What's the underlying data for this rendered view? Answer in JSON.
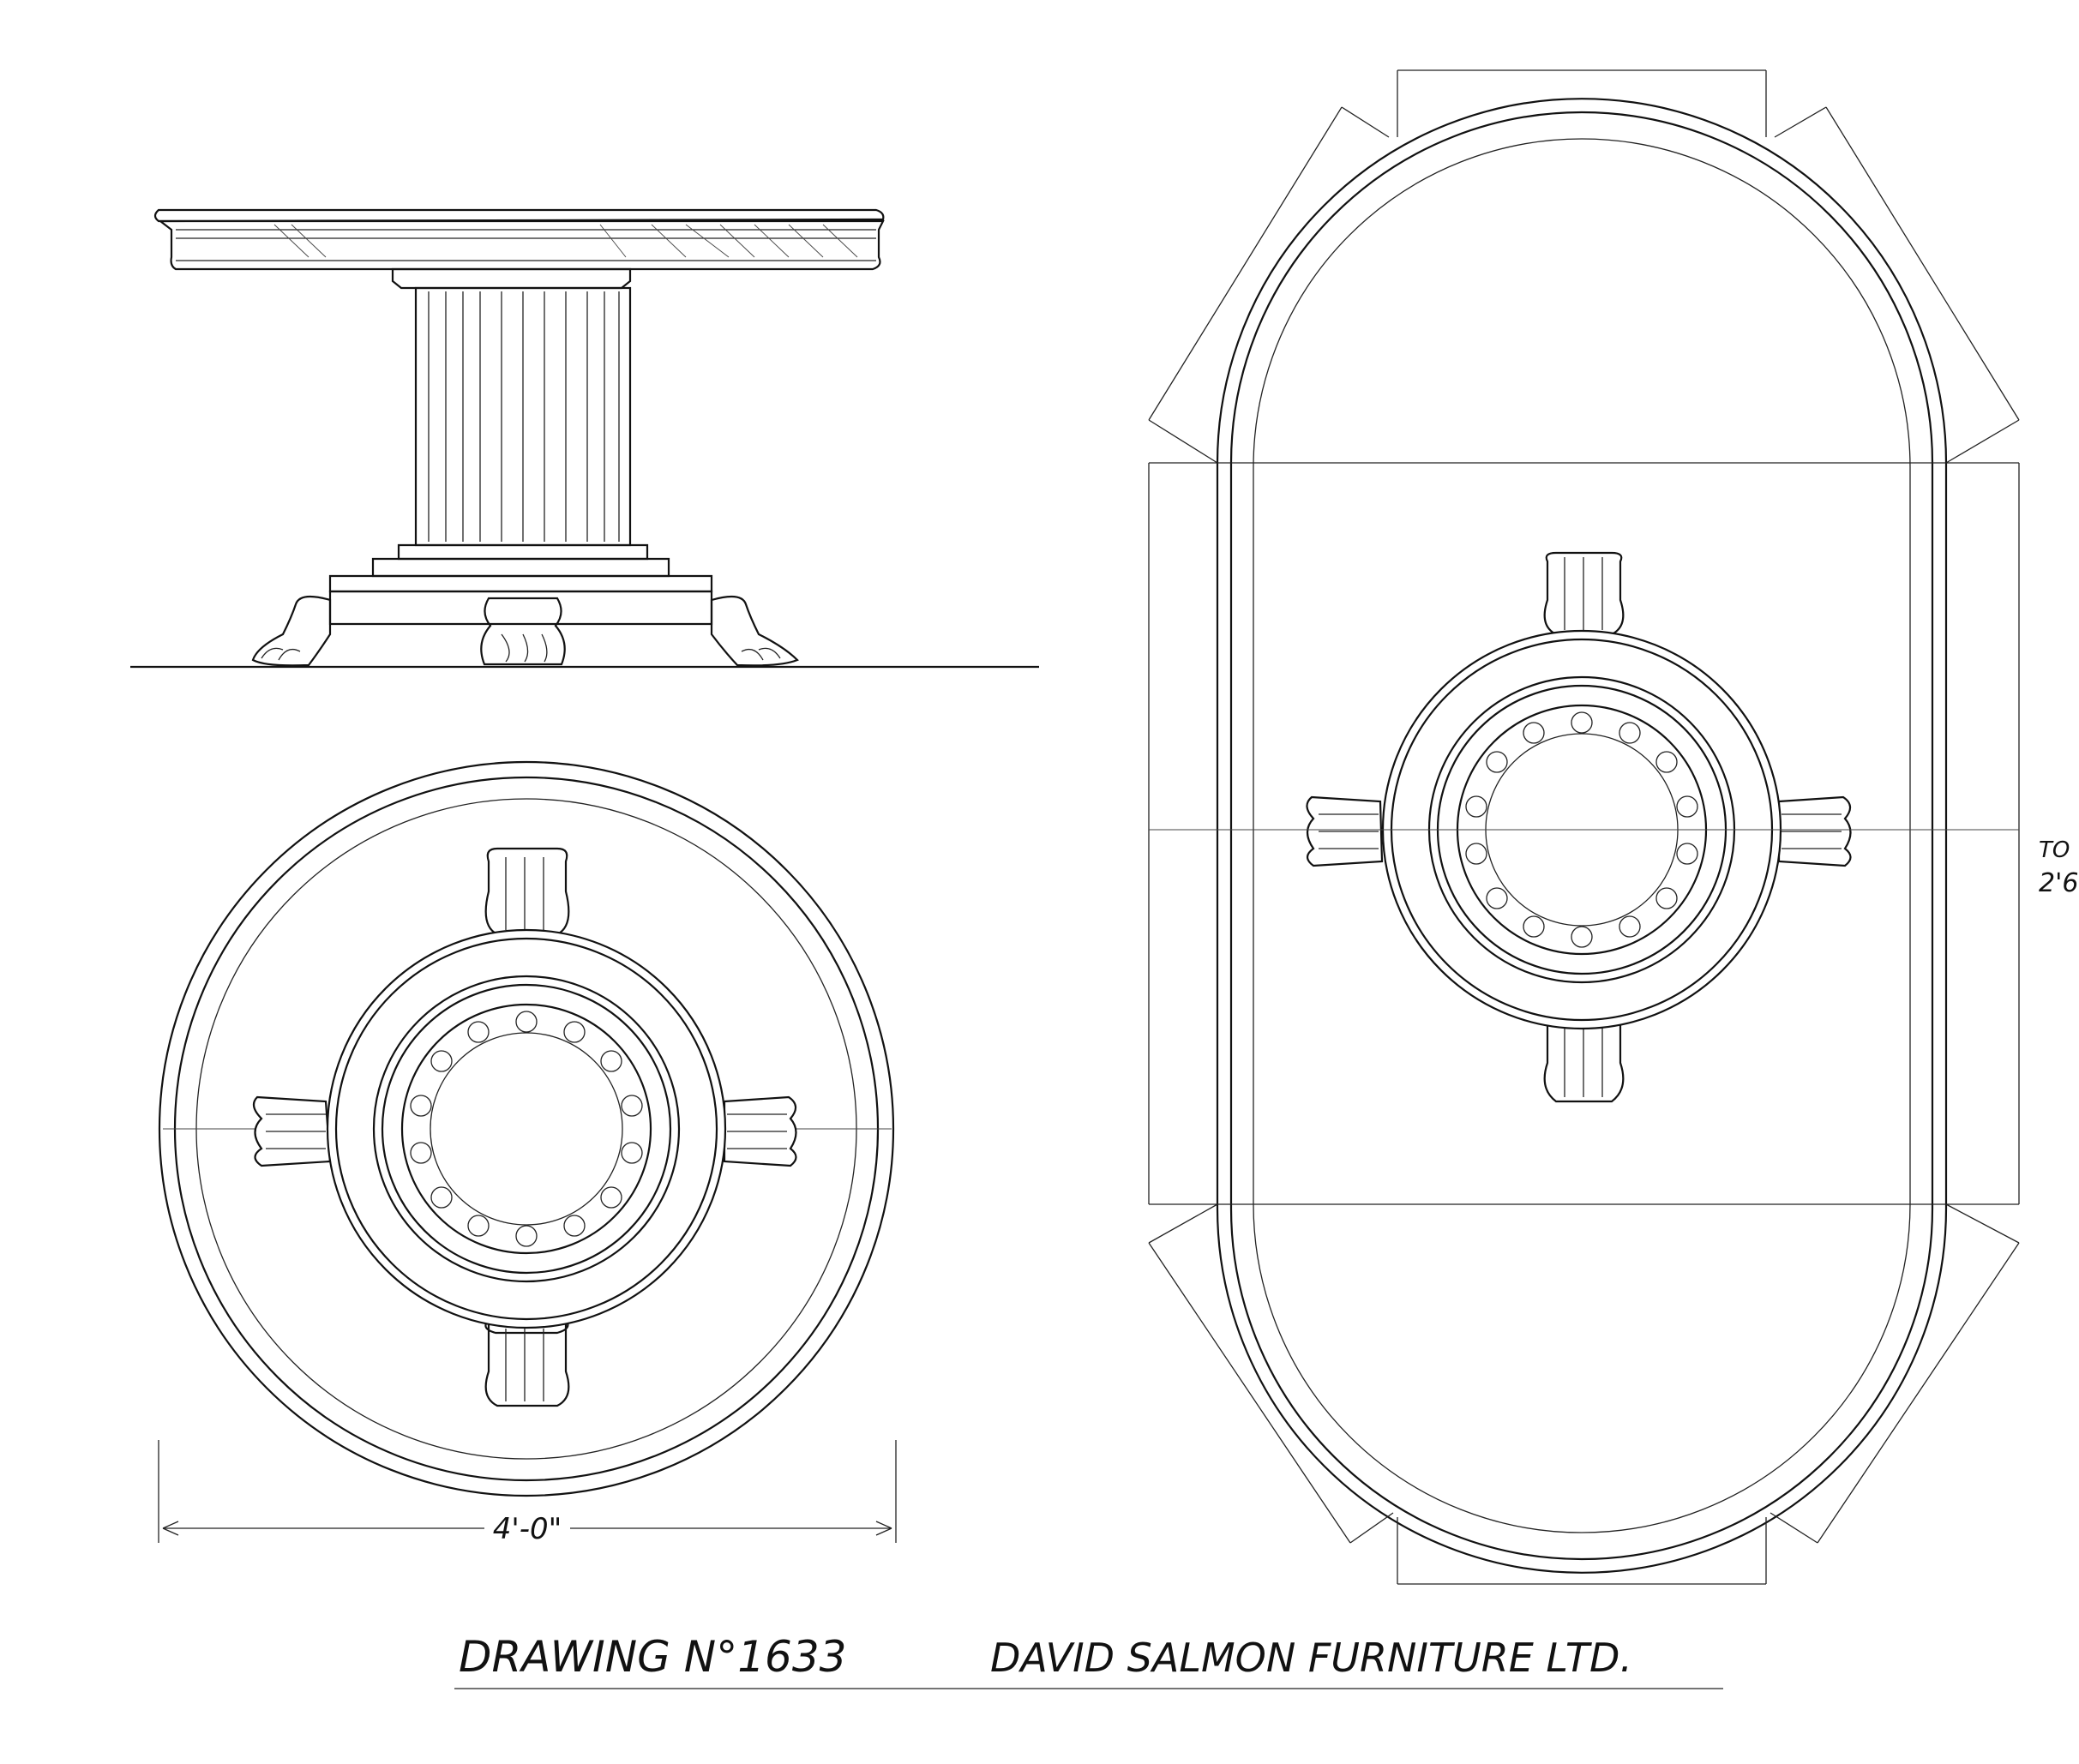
{
  "drawing": {
    "number_label": "DRAWING N°1633",
    "maker_label": "DAVID SALMON FURNITURE LTD.",
    "plan_dimension": "4'-0\"",
    "extension_note_line1": "TO",
    "extension_note_line2": "2'6"
  },
  "colors": {
    "ink": "#111111",
    "paper": "#ffffff"
  }
}
